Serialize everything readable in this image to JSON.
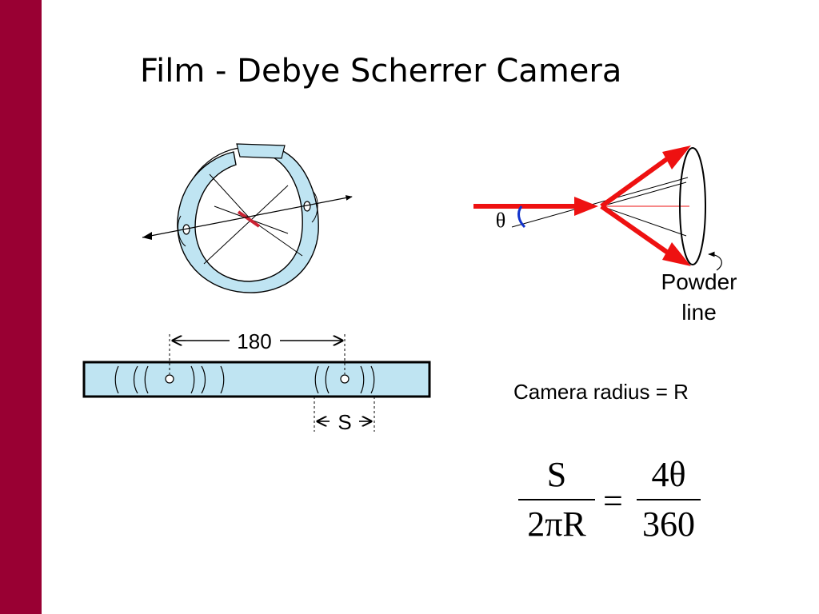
{
  "slide": {
    "title": "Film - Debye Scherrer Camera",
    "accent_color": "#990033"
  },
  "diagram": {
    "film_distance_label": "180",
    "spacing_label": "S",
    "angle_label": "θ",
    "powder_line_label_1": "Powder",
    "powder_line_label_2": "line",
    "camera_radius_text": "Camera radius = R",
    "film_color": "#bfe4f2",
    "beam_color": "#ee1111",
    "angle_arc_color": "#1133cc"
  },
  "formula": {
    "left_numerator": "S",
    "left_denominator": "2πR",
    "equals": "=",
    "right_numerator": "4θ",
    "right_denominator": "360"
  }
}
